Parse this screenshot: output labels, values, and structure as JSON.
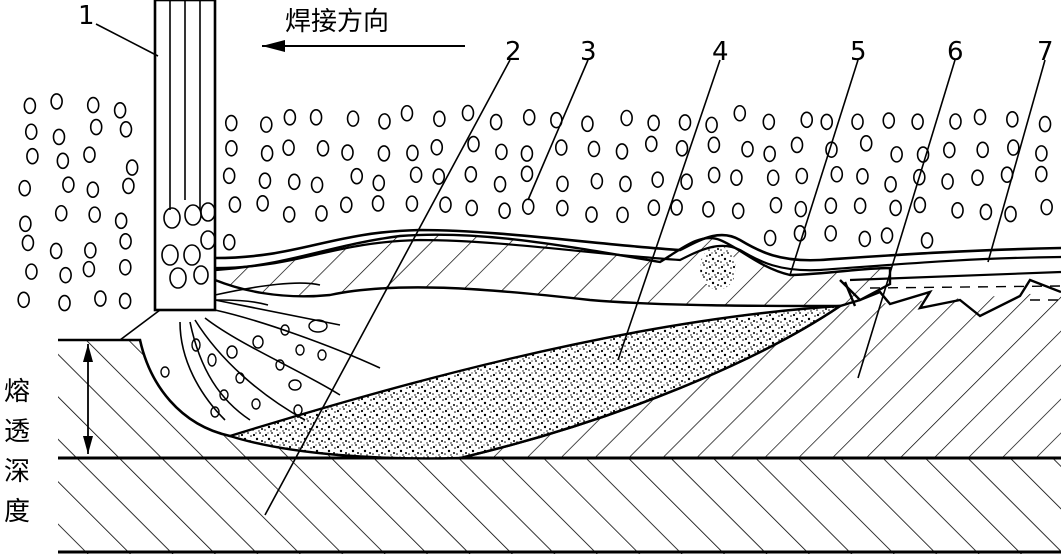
{
  "diagram": {
    "direction_label": "焊接方向",
    "depth_label": [
      "熔",
      "透",
      "深",
      "度"
    ],
    "callouts": [
      {
        "id": "1",
        "text": "1"
      },
      {
        "id": "2",
        "text": "2"
      },
      {
        "id": "3",
        "text": "3"
      },
      {
        "id": "4",
        "text": "4"
      },
      {
        "id": "5",
        "text": "5"
      },
      {
        "id": "6",
        "text": "6"
      },
      {
        "id": "7",
        "text": "7"
      }
    ],
    "colors": {
      "ink": "#000000",
      "paper": "#ffffff"
    }
  }
}
